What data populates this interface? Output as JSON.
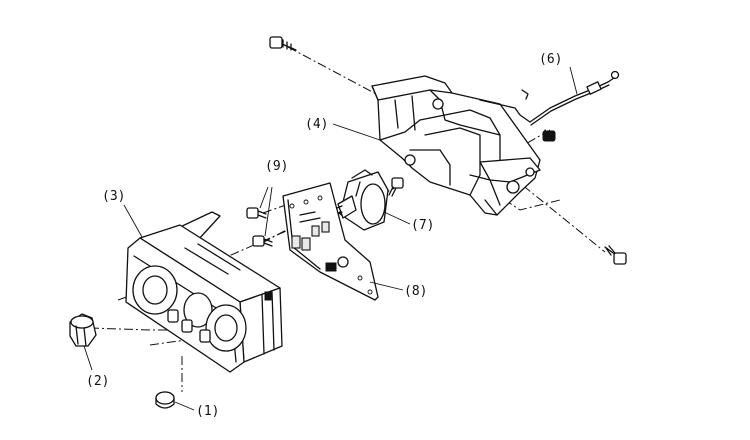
{
  "parts": [
    {
      "id": "1",
      "label": "(1)"
    },
    {
      "id": "2",
      "label": "(2)"
    },
    {
      "id": "3",
      "label": "(3)"
    },
    {
      "id": "4",
      "label": "(4)"
    },
    {
      "id": "6",
      "label": "(6)"
    },
    {
      "id": "7",
      "label": "(7)"
    },
    {
      "id": "8",
      "label": "(8)"
    },
    {
      "id": "9",
      "label": "(9)"
    }
  ]
}
